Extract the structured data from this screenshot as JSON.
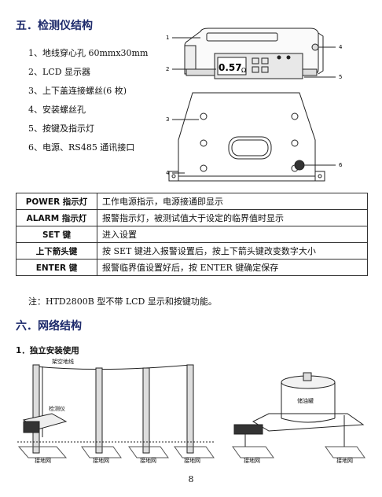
{
  "section5": {
    "title": "五．检测仪结构",
    "items": [
      "1、地线穿心孔 60mmx30mm",
      "2、LCD 显示器",
      "3、上下盖连接螺丝(6 枚)",
      "4、安装螺丝孔",
      "5、按键及指示灯",
      "6、电源、RS485 通讯接口"
    ],
    "figure": {
      "callouts": [
        "1",
        "2",
        "3",
        "4",
        "5",
        "4",
        "6"
      ],
      "lcd_reading": "0.57",
      "lcd_unit": "Ω"
    }
  },
  "table": [
    {
      "key": "POWER 指示灯",
      "value": "工作电源指示，电源接通即显示"
    },
    {
      "key": "ALARM 指示灯",
      "value": "报警指示灯，被测试值大于设定的临界值时显示"
    },
    {
      "key": "SET 键",
      "value": "进入设置"
    },
    {
      "key": "上下箭头键",
      "value": "按 SET 键进入报警设置后，按上下箭头键改变数字大小"
    },
    {
      "key": "ENTER 键",
      "value": "报警临界值设置好后，按 ENTER 键确定保存"
    }
  ],
  "note": "注：HTD2800B 型不带 LCD 显示和按键功能。",
  "section6": {
    "title": "六．网络结构",
    "subtitle": "1．独立安装使用",
    "diagram": {
      "overhead_wire": "架空地线",
      "instrument": "检测仪",
      "tank": "储油罐",
      "ground_net": "接地网"
    }
  },
  "page_number": "8"
}
